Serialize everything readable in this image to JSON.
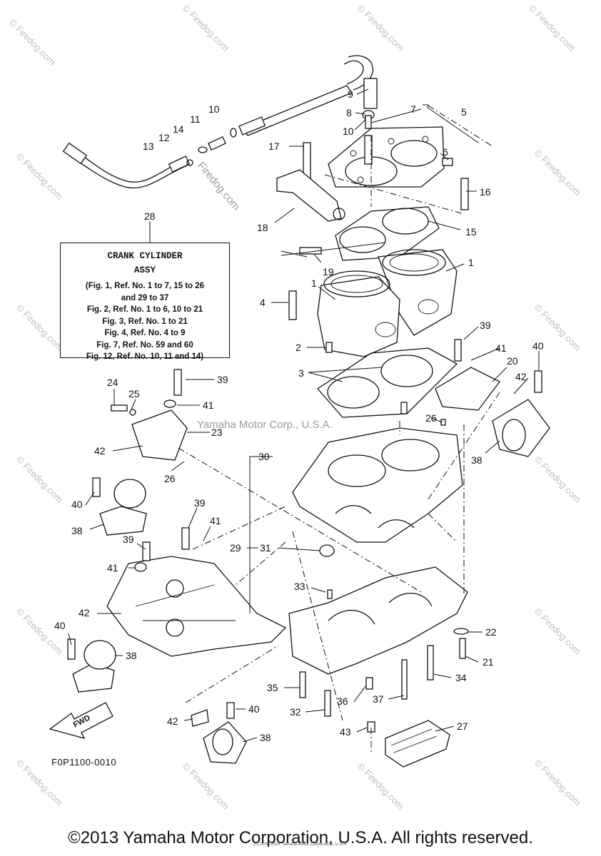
{
  "watermark": {
    "site": "© Firedog.com",
    "diagonal": "Firedog.com",
    "center": "Yamaha Motor Corp., U.S.A."
  },
  "assy_box": {
    "ref": "28",
    "title_line1": "CRANK CYLINDER",
    "title_line2": "ASSY",
    "lines": [
      "(Fig. 1, Ref. No. 1 to 7, 15 to 26",
      "and 29 to 37",
      "Fig. 2, Ref. No. 1 to 6, 10 to 21",
      "Fig. 3, Ref. No. 1 to 21",
      "Fig. 4, Ref. No. 4 to 9",
      "Fig. 7, Ref. No. 59 and 60",
      "Fig. 12, Ref. No. 10, 11 and 14)"
    ]
  },
  "fwd_label": "FWD",
  "figure_code": "F0P1100-0010",
  "copyright": "©2013 Yamaha Motor Corporation, U.S.A. All rights reserved.",
  "copyright_small": "(c) 2000-2015 Yamaha Motor Corporation, U.S.A.",
  "callouts": {
    "c9": "9",
    "c8": "8",
    "c7": "7",
    "c5": "5",
    "c10a": "10",
    "c10b": "10",
    "c11": "11",
    "c14": "14",
    "c12": "12",
    "c13": "13",
    "c17": "17",
    "c6": "6",
    "c16": "16",
    "c18": "18",
    "c15": "15",
    "c19": "19",
    "c1a": "1",
    "c1b": "1",
    "c4": "4",
    "c39a": "39",
    "c41a": "41",
    "c40a": "40",
    "c2": "2",
    "c20": "20",
    "c42a": "42",
    "c3": "3",
    "c24": "24",
    "c39b": "39",
    "c25": "25",
    "c41b": "41",
    "c26a": "26",
    "c23": "23",
    "c30": "30",
    "c38a": "38",
    "c42b": "42",
    "c26b": "26",
    "c40b": "40",
    "c38b": "38",
    "c39c": "39",
    "c41c": "41",
    "c29": "29",
    "c31": "31",
    "c39d": "39",
    "c41d": "41",
    "c33": "33",
    "c42c": "42",
    "c40c": "40",
    "c22": "22",
    "c38c": "38",
    "c21": "21",
    "c34": "34",
    "c35": "35",
    "c36": "36",
    "c37": "37",
    "c32": "32",
    "c42d": "42",
    "c40d": "40",
    "c38d": "38",
    "c43": "43",
    "c27": "27"
  }
}
